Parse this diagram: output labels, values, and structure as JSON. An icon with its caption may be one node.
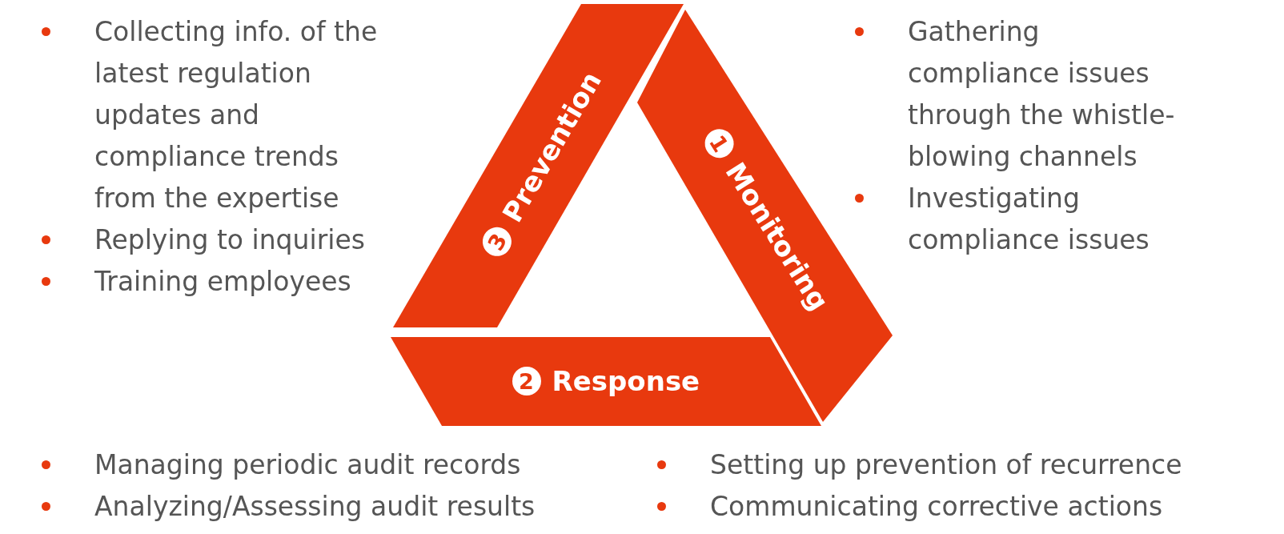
{
  "diagram": {
    "nodes": [
      {
        "text": [
          "1",
          "Monitoring"
        ],
        "beside": [
          "Gathering compliance issues through the whistle-blowing channels",
          "Investigating compliance issues"
        ]
      },
      {
        "text": [
          "2",
          "Response"
        ],
        "beside": [
          "Managing periodic audit records",
          "Analyzing/Assessing audit results",
          "Setting up prevention of recurrence",
          "Communicating corrective actions"
        ]
      },
      {
        "text": [
          "3",
          "Prevention"
        ],
        "beside": [
          "Collecting info. of the latest regulation updates and compliance trends from the expertise",
          "Replying to inquiries",
          "Training employees"
        ]
      }
    ]
  }
}
